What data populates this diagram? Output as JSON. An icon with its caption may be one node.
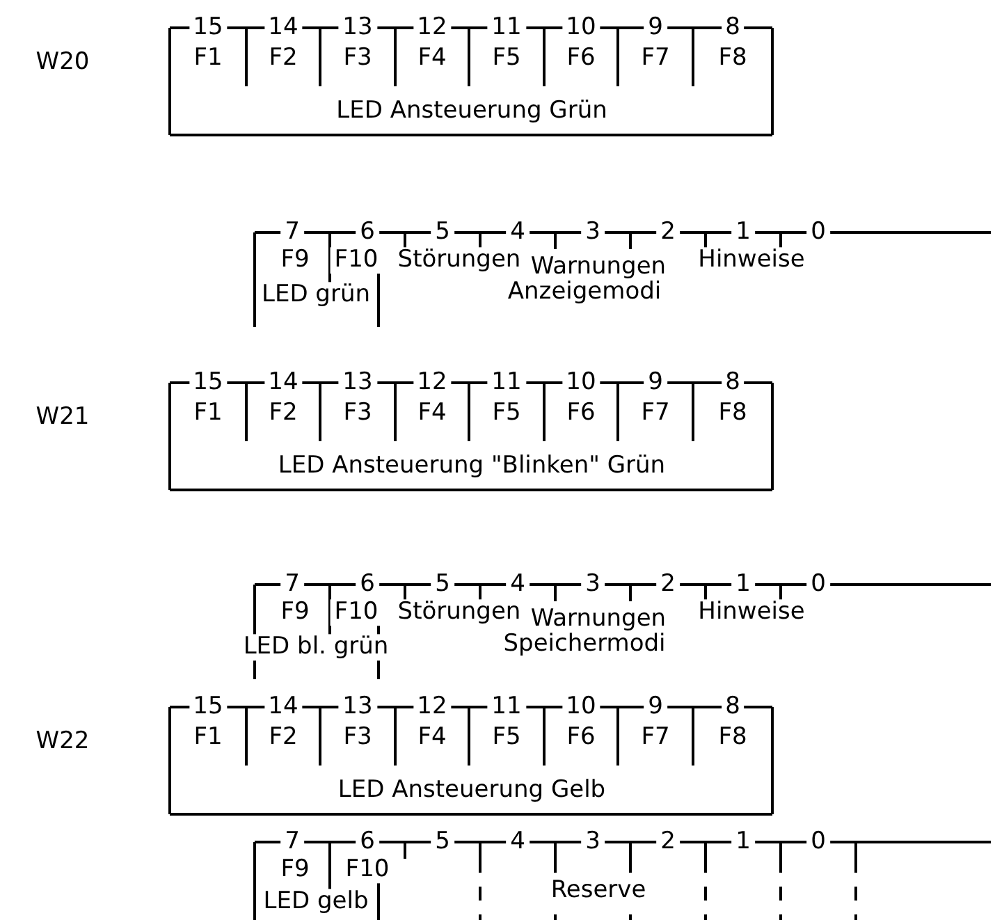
{
  "diagram": {
    "labels": [
      "W20",
      "15",
      "14",
      "13",
      "12",
      "11",
      "10",
      "9",
      "8",
      "F1",
      "F2",
      "F3",
      "F4",
      "F5",
      "F6",
      "F7",
      "F8",
      "LED Ansteuerung Grün",
      "7",
      "6",
      "5",
      "4",
      "3",
      "2",
      "1",
      "0",
      "F9",
      "F10",
      "Störungen",
      "Warnungen",
      "Hinweise",
      "LED grün",
      "Anzeigemodi",
      "W21",
      "15",
      "14",
      "13",
      "12",
      "11",
      "10",
      "9",
      "8",
      "F1",
      "F2",
      "F3",
      "F4",
      "F5",
      "F6",
      "F7",
      "F8",
      "LED Ansteuerung \"Blinken\" Grün",
      "7",
      "6",
      "5",
      "4",
      "3",
      "2",
      "1",
      "0",
      "F9",
      "F10",
      "Störungen",
      "Warnungen",
      "Hinweise",
      "LED bl. grün",
      "Speichermodi",
      "W22",
      "15",
      "14",
      "13",
      "12",
      "11",
      "10",
      "9",
      "8",
      "F1",
      "F2",
      "F3",
      "F4",
      "F5",
      "F6",
      "F7",
      "F8",
      "LED Ansteuerung Gelb",
      "7",
      "6",
      "5",
      "4",
      "3",
      "2",
      "1",
      "0",
      "F9",
      "F10",
      "LED gelb",
      "Reserve"
    ]
  }
}
